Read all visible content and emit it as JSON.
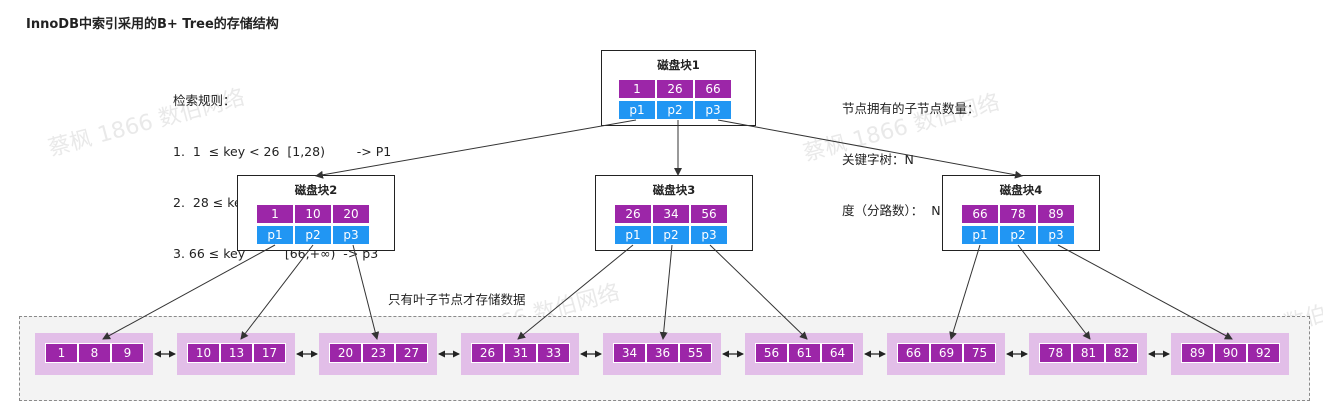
{
  "title": "InnoDB中索引采用的B+ Tree的存储结构",
  "rules": {
    "heading": "检索规则：",
    "lines": [
      "1.  1  ≤ key < 26  [1,28)        -> P1",
      "2.  28 ≤ key < 66  [28,66)     -> P2",
      "3. 66 ≤ key          [66,+∞)  -> p3"
    ]
  },
  "node_info": {
    "heading": "节点拥有的子节点数量：",
    "lines": [
      "关键字树：N",
      "度（分路数）：  N"
    ]
  },
  "leaf_note": "只有叶子节点才存储数据",
  "watermark": "蔡枫 1866 数伯网络",
  "colors": {
    "key": "#9c26a8",
    "pointer": "#2196f3",
    "leaf_bg": "#e2bee8",
    "leaf_area": "#f3f3f3"
  },
  "root": {
    "label": "磁盘块1",
    "keys": [
      "1",
      "26",
      "66"
    ],
    "pointers": [
      "p1",
      "p2",
      "p3"
    ]
  },
  "internal": [
    {
      "label": "磁盘块2",
      "keys": [
        "1",
        "10",
        "20"
      ],
      "pointers": [
        "p1",
        "p2",
        "p3"
      ]
    },
    {
      "label": "磁盘块3",
      "keys": [
        "26",
        "34",
        "56"
      ],
      "pointers": [
        "p1",
        "p2",
        "p3"
      ]
    },
    {
      "label": "磁盘块4",
      "keys": [
        "66",
        "78",
        "89"
      ],
      "pointers": [
        "p1",
        "p2",
        "p3"
      ]
    }
  ],
  "leaves": [
    [
      "1",
      "8",
      "9"
    ],
    [
      "10",
      "13",
      "17"
    ],
    [
      "20",
      "23",
      "27"
    ],
    [
      "26",
      "31",
      "33"
    ],
    [
      "34",
      "36",
      "55"
    ],
    [
      "56",
      "61",
      "64"
    ],
    [
      "66",
      "69",
      "75"
    ],
    [
      "78",
      "81",
      "82"
    ],
    [
      "89",
      "90",
      "92"
    ]
  ]
}
